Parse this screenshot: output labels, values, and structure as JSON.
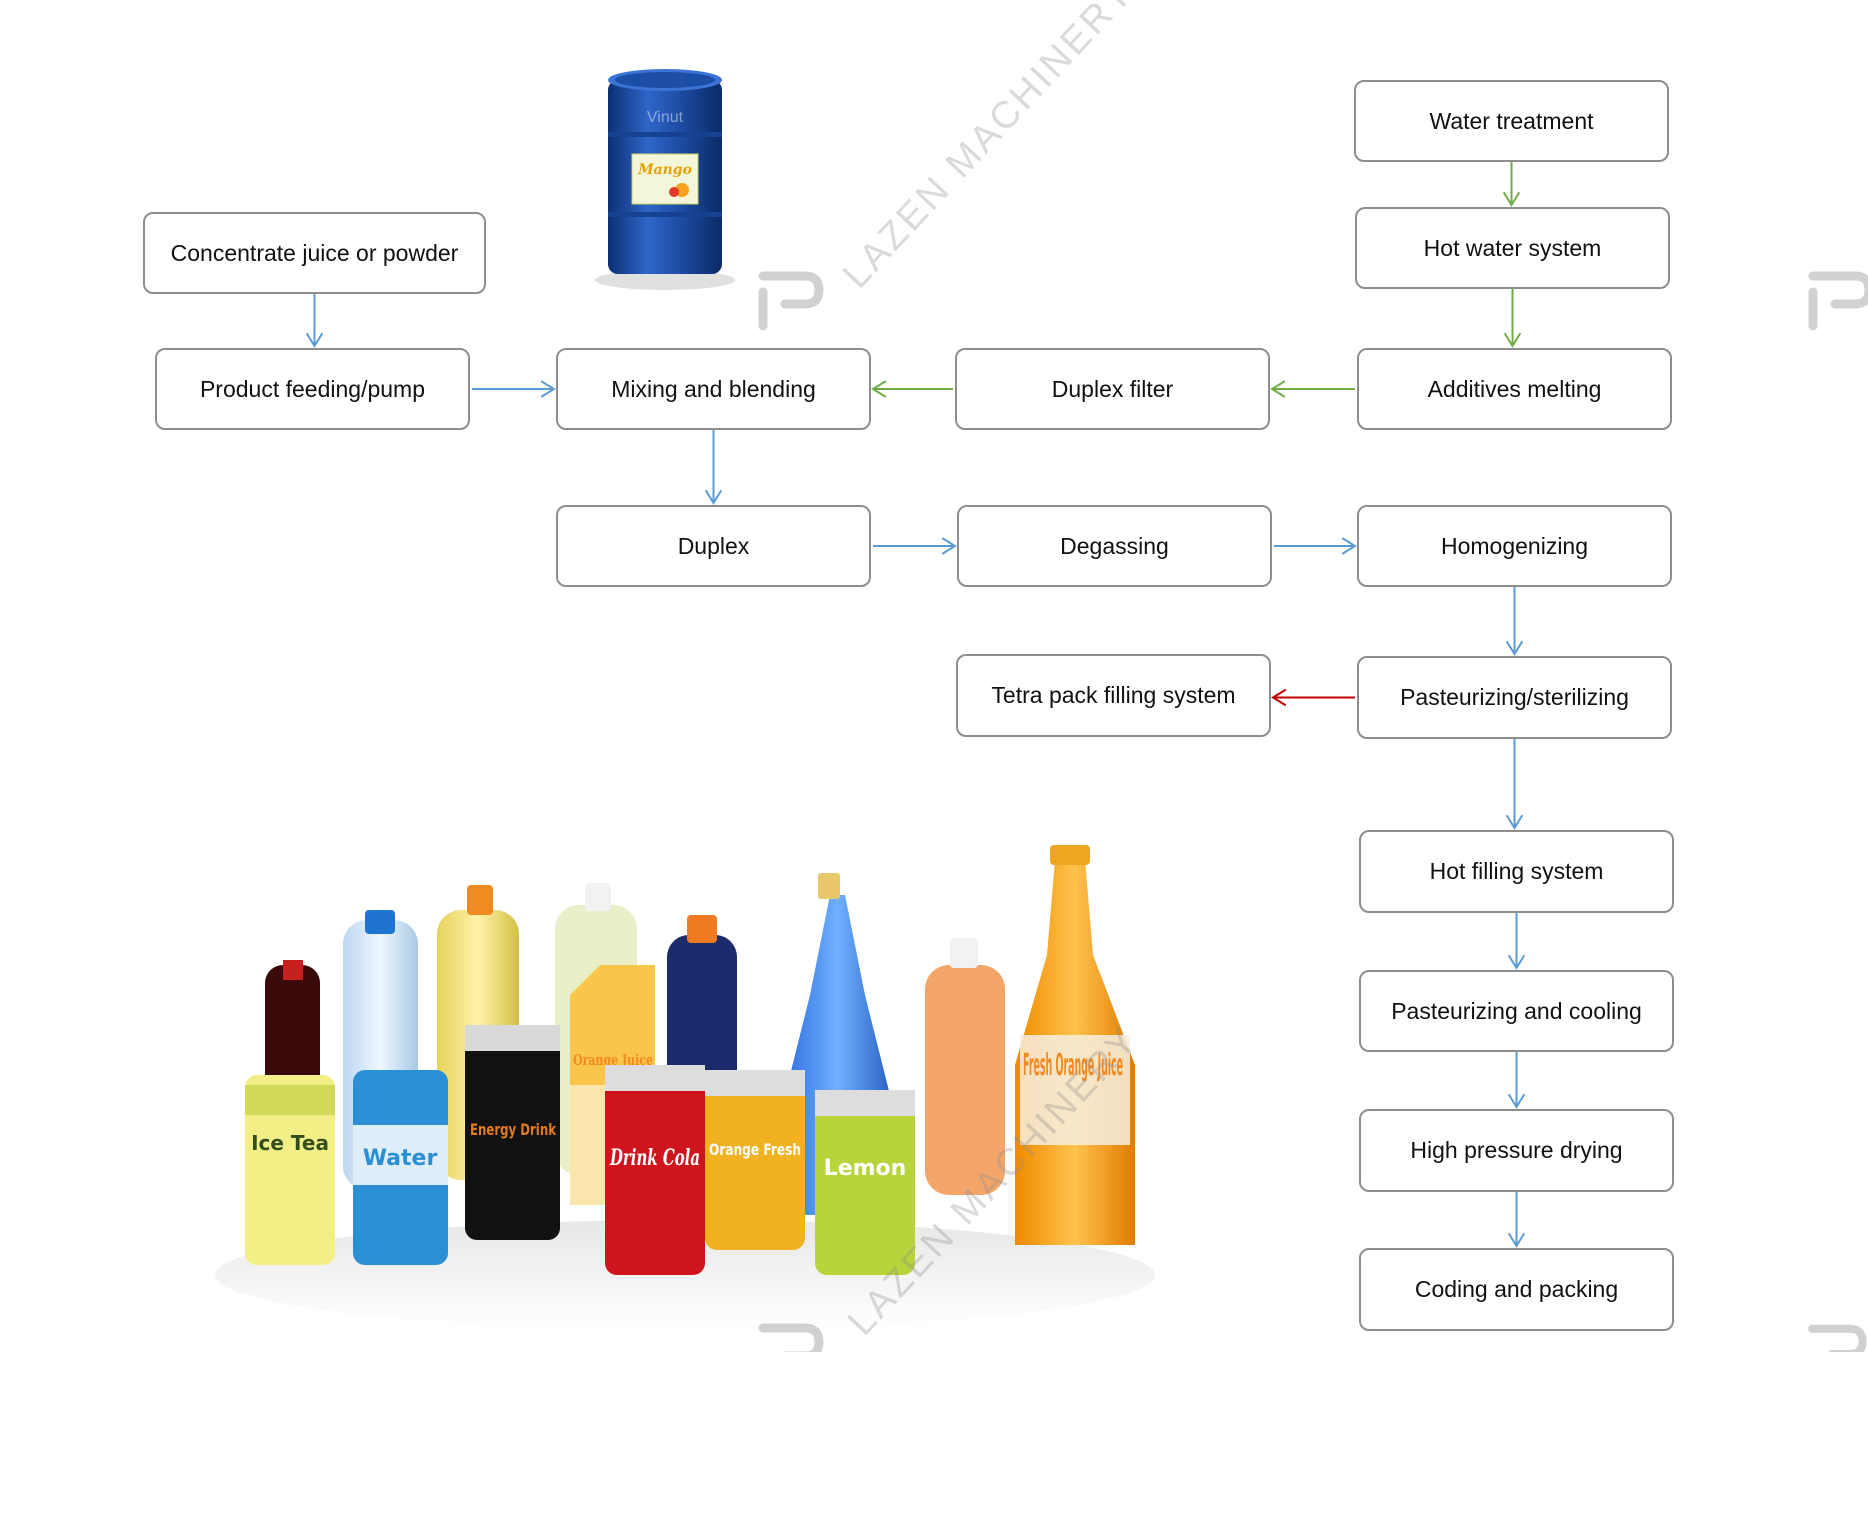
{
  "nodes": {
    "concentrate": "Concentrate juice or powder",
    "feeding": "Product feeding/pump",
    "mixing": "Mixing and blending",
    "duplex_filter": "Duplex filter",
    "additives": "Additives melting",
    "water_treatment": "Water treatment",
    "hot_water": "Hot water system",
    "duplex": "Duplex",
    "degassing": "Degassing",
    "homogenizing": "Homogenizing",
    "pasteurizing_sterilizing": "Pasteurizing/sterilizing",
    "tetra_pack": "Tetra pack filling system",
    "hot_filling": "Hot filling system",
    "pasteurizing_cooling": "Pasteurizing and cooling",
    "drying": "High pressure drying",
    "coding": "Coding and packing"
  },
  "edges": [
    {
      "from": "concentrate",
      "to": "feeding",
      "color": "#5b9bd5"
    },
    {
      "from": "feeding",
      "to": "mixing",
      "color": "#5b9bd5"
    },
    {
      "from": "water_treatment",
      "to": "hot_water",
      "color": "#70ad47"
    },
    {
      "from": "hot_water",
      "to": "additives",
      "color": "#70ad47"
    },
    {
      "from": "additives",
      "to": "duplex_filter",
      "color": "#70ad47"
    },
    {
      "from": "duplex_filter",
      "to": "mixing",
      "color": "#70ad47"
    },
    {
      "from": "mixing",
      "to": "duplex",
      "color": "#5b9bd5"
    },
    {
      "from": "duplex",
      "to": "degassing",
      "color": "#5b9bd5"
    },
    {
      "from": "degassing",
      "to": "homogenizing",
      "color": "#5b9bd5"
    },
    {
      "from": "homogenizing",
      "to": "pasteurizing_sterilizing",
      "color": "#5b9bd5"
    },
    {
      "from": "pasteurizing_sterilizing",
      "to": "tetra_pack",
      "color": "#c00000"
    },
    {
      "from": "pasteurizing_sterilizing",
      "to": "hot_filling",
      "color": "#5b9bd5"
    },
    {
      "from": "hot_filling",
      "to": "pasteurizing_cooling",
      "color": "#5b9bd5"
    },
    {
      "from": "pasteurizing_cooling",
      "to": "drying",
      "color": "#5b9bd5"
    },
    {
      "from": "drying",
      "to": "coding",
      "color": "#5b9bd5"
    }
  ],
  "watermark": "LAZEN MACHINERY",
  "illustrations": {
    "drum": {
      "brand": "Vinut",
      "label": "Mango",
      "color": "#1f4fa8"
    },
    "beverages": {
      "cans": [
        "Ice Tea",
        "Water",
        "Energy Drink",
        "Drink Cola",
        "Orange Fresh",
        "Lemon"
      ],
      "carton": "Orange Juice",
      "bottle_label": "Fresh Orange Juice"
    }
  }
}
